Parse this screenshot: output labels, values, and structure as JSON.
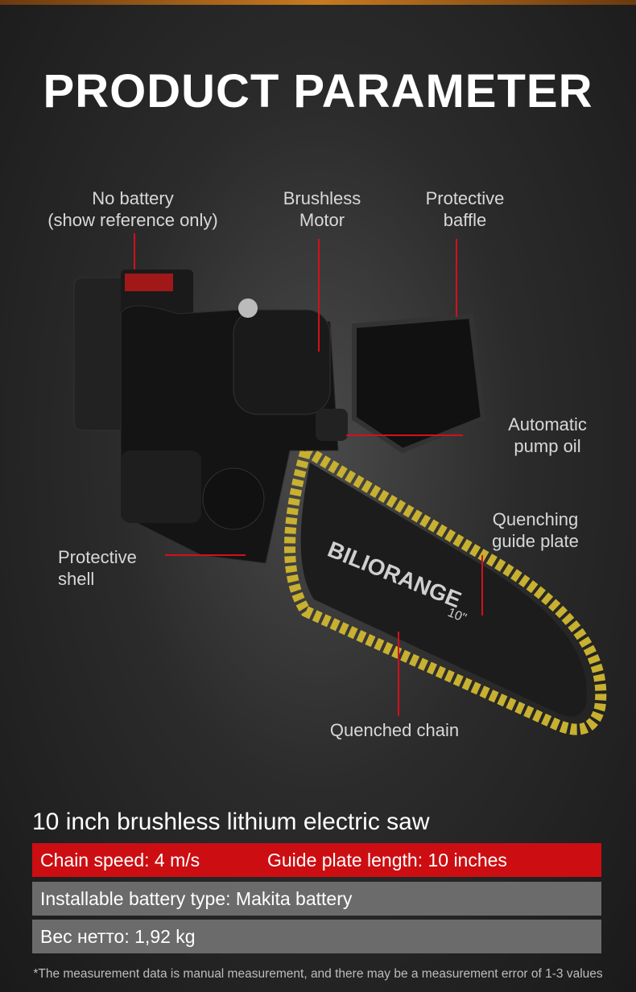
{
  "title": "PRODUCT PARAMETER",
  "callouts": {
    "battery": [
      "No battery",
      "(show reference only)"
    ],
    "motor": [
      "Brushless",
      "Motor"
    ],
    "baffle": [
      "Protective",
      "baffle"
    ],
    "pump": [
      "Automatic",
      "pump oil"
    ],
    "guide": [
      "Quenching",
      "guide plate"
    ],
    "shell": [
      "Protective",
      "shell"
    ],
    "chain": [
      "Quenched chain"
    ]
  },
  "product": {
    "brand": "BILIORANGE",
    "size_mark": "10\""
  },
  "specs": {
    "subtitle": "10 inch brushless lithium electric saw",
    "chain_speed": "Chain speed: 4 m/s",
    "guide_length": "Guide plate length: 10 inches",
    "battery_type": "Installable battery type: Makita battery",
    "weight": "Вес нетто: 1,92 kg"
  },
  "note": "*The measurement data is manual measurement, and there may be a measurement error of 1-3 values",
  "colors": {
    "accent": "#cc0e12",
    "bar_grey": "#6b6b6b"
  }
}
